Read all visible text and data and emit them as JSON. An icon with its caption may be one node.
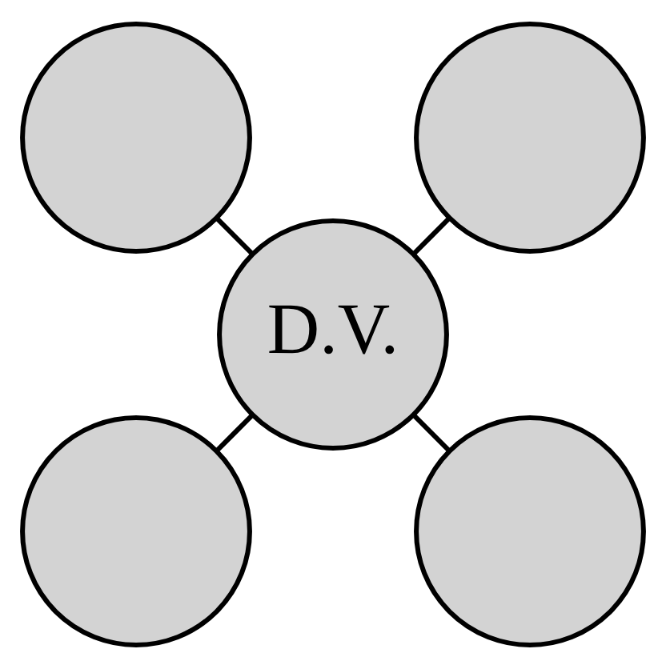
{
  "diagram": {
    "nodes": [
      {
        "text": [],
        "shape": "circle"
      },
      {
        "text": [],
        "shape": "circle"
      },
      {
        "text": [
          "D.V."
        ]
      },
      {
        "text": [],
        "shape": "circle"
      },
      {
        "text": [],
        "shape": "circle"
      }
    ],
    "edges": [
      {
        "from": 2,
        "to": 0,
        "arrow": "none"
      },
      {
        "from": 2,
        "to": 1,
        "arrow": "none"
      },
      {
        "from": 2,
        "to": 3,
        "arrow": "none"
      },
      {
        "from": 2,
        "to": 4,
        "arrow": "none"
      }
    ]
  }
}
